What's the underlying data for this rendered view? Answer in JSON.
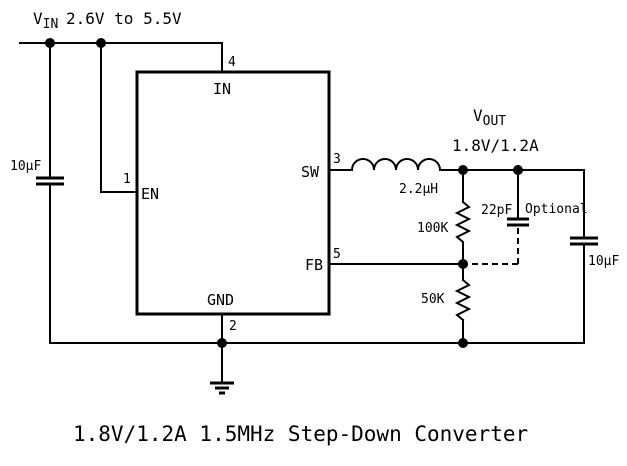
{
  "supply": {
    "vin_main": "V",
    "vin_sub": "IN",
    "vin_range": "2.6V to 5.5V"
  },
  "output": {
    "vout_main": "V",
    "vout_sub": "OUT",
    "vout_spec": "1.8V/1.2A"
  },
  "ic": {
    "pins": [
      {
        "number": "4",
        "name": "IN"
      },
      {
        "number": "1",
        "name": "EN"
      },
      {
        "number": "3",
        "name": "SW"
      },
      {
        "number": "5",
        "name": "FB"
      },
      {
        "number": "2",
        "name": "GND"
      }
    ]
  },
  "components": {
    "cin": "10µF",
    "inductor": "2.2µH",
    "r_top": "100K",
    "r_bottom": "50K",
    "cff": "22pF",
    "cff_note": "Optional",
    "cout": "10µF"
  },
  "caption": "1.8V/1.2A 1.5MHz Step-Down Converter"
}
